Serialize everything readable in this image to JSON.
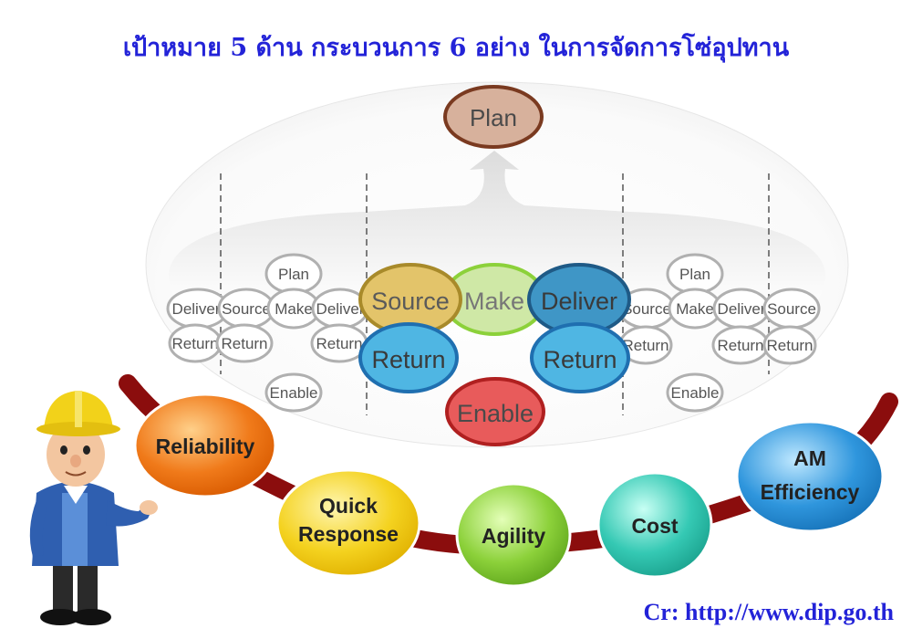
{
  "title": "เป้าหมาย 5 ด้าน กระบวนการ 6 อย่าง ในการจัดการโซ่อุปทาน",
  "credit": "Cr: http://www.dip.go.th",
  "main_processes": {
    "plan": "Plan",
    "source": "Source",
    "make": "Make",
    "deliver": "Deliver",
    "return_left": "Return",
    "return_right": "Return",
    "enable": "Enable"
  },
  "left_chain": {
    "plan": "Plan",
    "deliver": "Deliver",
    "source": "Source",
    "make": "Make",
    "deliver2": "Deliver",
    "return1": "Return",
    "return2": "Return",
    "return3": "Return",
    "enable": "Enable"
  },
  "right_chain": {
    "plan": "Plan",
    "source": "Source",
    "make": "Make",
    "deliver": "Deliver",
    "source2": "Source",
    "return1": "Return",
    "return2": "Return",
    "return3": "Return",
    "enable": "Enable"
  },
  "goals": {
    "reliability": "Reliability",
    "quick_line1": "Quick",
    "quick_line2": "Response",
    "agility": "Agility",
    "cost": "Cost",
    "am_line1": "AM",
    "am_line2": "Efficiency"
  },
  "colors": {
    "title": "#2323d8",
    "source": "#e3c46a",
    "make": "#cfe8a6",
    "deliver": "#3f96c6",
    "return": "#4fb6e3",
    "enable": "#e85b5b",
    "plan": "#d7b19c",
    "reliability": "#f07a1a",
    "quick_response": "#f4d21f",
    "agility": "#8cd13a",
    "cost": "#35c9b4",
    "am_efficiency": "#2f96dd",
    "curve": "#8b0d0d"
  }
}
